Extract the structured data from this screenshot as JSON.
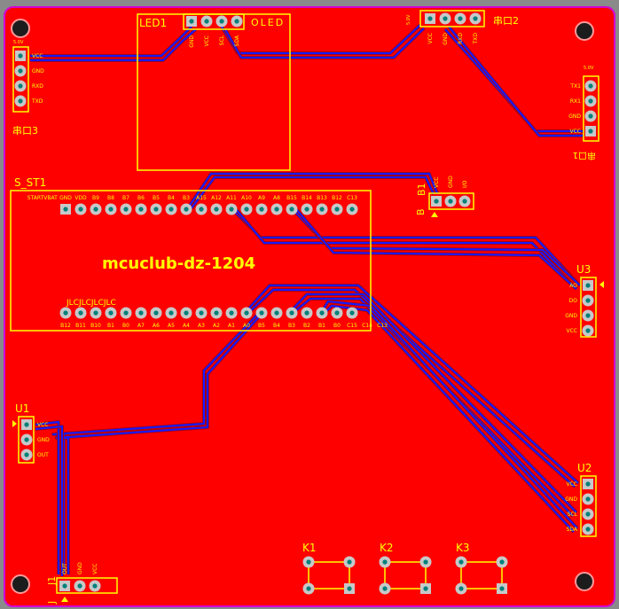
{
  "board": {
    "title": "mcuclub-dz-1204",
    "silk_text": "JLCJLCJLCJLC",
    "colors": {
      "background": "#8a8a8a",
      "copper": "#ff0000",
      "outline": "#d400d4",
      "silkscreen": "#ffff00",
      "trace": "#1a1aff",
      "trace_edge": "#b00000",
      "pad": "#c8c8c8",
      "hole": "#00807a",
      "mount_hole": "#1c1c1c"
    }
  },
  "components": {
    "led1": {
      "ref": "LED1",
      "label": "OLED",
      "pins": [
        "GND",
        "VCC",
        "SCL",
        "SDA"
      ]
    },
    "serial2": {
      "ref": "串口2",
      "pins": [
        "VCC",
        "GND",
        "RXD",
        "TXD"
      ],
      "tag": "5.0V"
    },
    "serial3": {
      "ref": "串口3",
      "pins": [
        "VCC",
        "GND",
        "RXD",
        "TXD"
      ],
      "tag": "5.0V"
    },
    "serial1": {
      "ref": "串口1",
      "pins": [
        "TX1",
        "RX1",
        "GND",
        "VCC"
      ],
      "tag": "5.0V"
    },
    "mcu": {
      "ref": "S_ST1",
      "top_pins": [
        "START",
        "VBAT",
        "GND",
        "VDD",
        "B9",
        "B8",
        "B7",
        "B6",
        "B5",
        "B4",
        "B3",
        "A15",
        "A12",
        "A11",
        "A10",
        "A9",
        "A8",
        "B15",
        "B14",
        "B13",
        "B12",
        "C13"
      ],
      "bottom_pins": [
        "B12",
        "B11",
        "B10",
        "B1",
        "B0",
        "A7",
        "A6",
        "A5",
        "A4",
        "A3",
        "A2",
        "A1",
        "A0",
        "B5",
        "B4",
        "B3",
        "B2",
        "B1",
        "B0",
        "C15",
        "C14",
        "C13"
      ]
    },
    "b1": {
      "ref": "B1",
      "prefix": "B",
      "pins": [
        "VCC",
        "GND",
        "I/O"
      ]
    },
    "u3": {
      "ref": "U3",
      "pins": [
        "AO",
        "DO",
        "GND",
        "VCC"
      ]
    },
    "u1": {
      "ref": "U1",
      "pins": [
        "VCC",
        "GND",
        "OUT"
      ]
    },
    "u2": {
      "ref": "U2",
      "pins": [
        "VCC",
        "GND",
        "SCL",
        "SDA"
      ]
    },
    "j1": {
      "ref": "J1",
      "prefix": "J",
      "pins": [
        "OUT",
        "GND",
        "VCC"
      ]
    },
    "k1": {
      "ref": "K1"
    },
    "k2": {
      "ref": "K2"
    },
    "k3": {
      "ref": "K3"
    }
  }
}
